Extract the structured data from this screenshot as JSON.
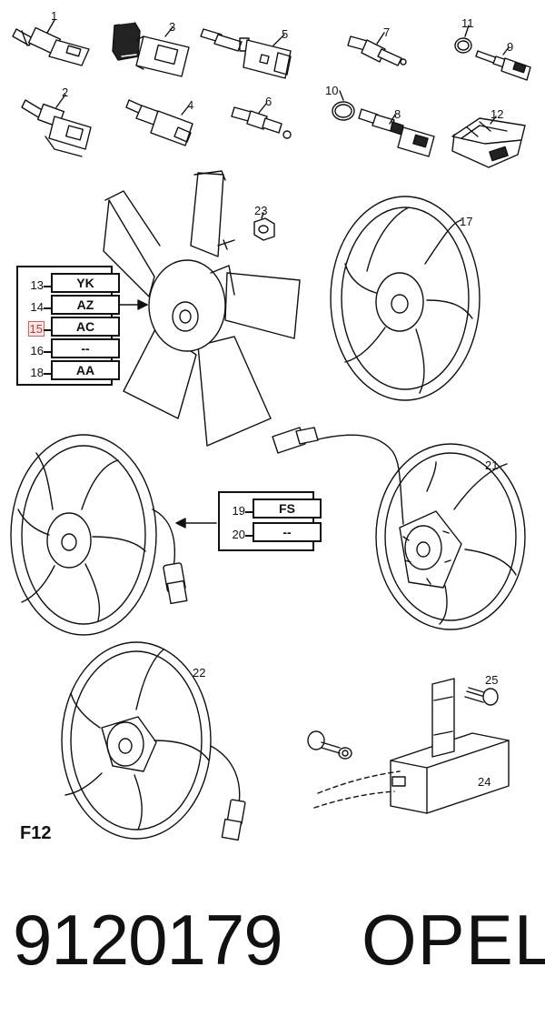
{
  "callouts": [
    "1",
    "2",
    "3",
    "4",
    "5",
    "6",
    "7",
    "8",
    "9",
    "10",
    "11",
    "12",
    "17",
    "21",
    "22",
    "23",
    "24",
    "25"
  ],
  "code_table_1": {
    "rows": [
      {
        "num": "13",
        "code": "YK"
      },
      {
        "num": "14",
        "code": "AZ"
      },
      {
        "num": "15",
        "code": "AC",
        "highlighted": true
      },
      {
        "num": "16",
        "code": "--"
      },
      {
        "num": "18",
        "code": "AA"
      }
    ]
  },
  "code_table_2": {
    "rows": [
      {
        "num": "19",
        "code": "FS"
      },
      {
        "num": "20",
        "code": "--"
      }
    ]
  },
  "figure_label": "F12",
  "footer": {
    "part_number": "9120179",
    "brand": "OPEL"
  },
  "colors": {
    "line": "#111111",
    "highlight": "#e05a5a"
  }
}
